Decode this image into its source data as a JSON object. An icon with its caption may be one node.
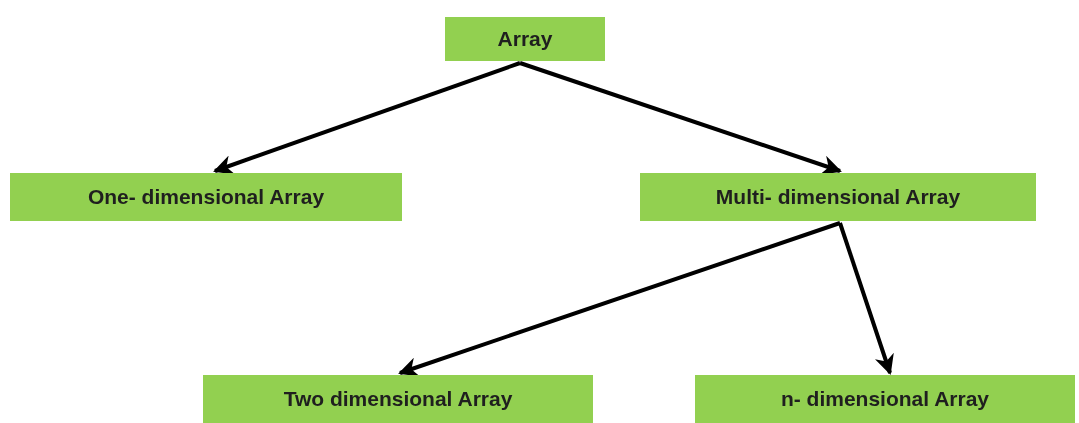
{
  "diagram": {
    "nodes": [
      {
        "text": [
          "Array"
        ]
      },
      {
        "text": [
          "One- dimensional Array"
        ]
      },
      {
        "text": [
          "Multi- dimensional Array"
        ]
      },
      {
        "text": [
          "Two dimensional Array"
        ]
      },
      {
        "text": [
          "n- dimensional Array"
        ]
      }
    ],
    "edges": [
      {
        "from": 0,
        "to": 1,
        "arrow": "to"
      },
      {
        "from": 0,
        "to": 2,
        "arrow": "to"
      },
      {
        "from": 2,
        "to": 3,
        "arrow": "to"
      },
      {
        "from": 2,
        "to": 4,
        "arrow": "to"
      }
    ]
  }
}
